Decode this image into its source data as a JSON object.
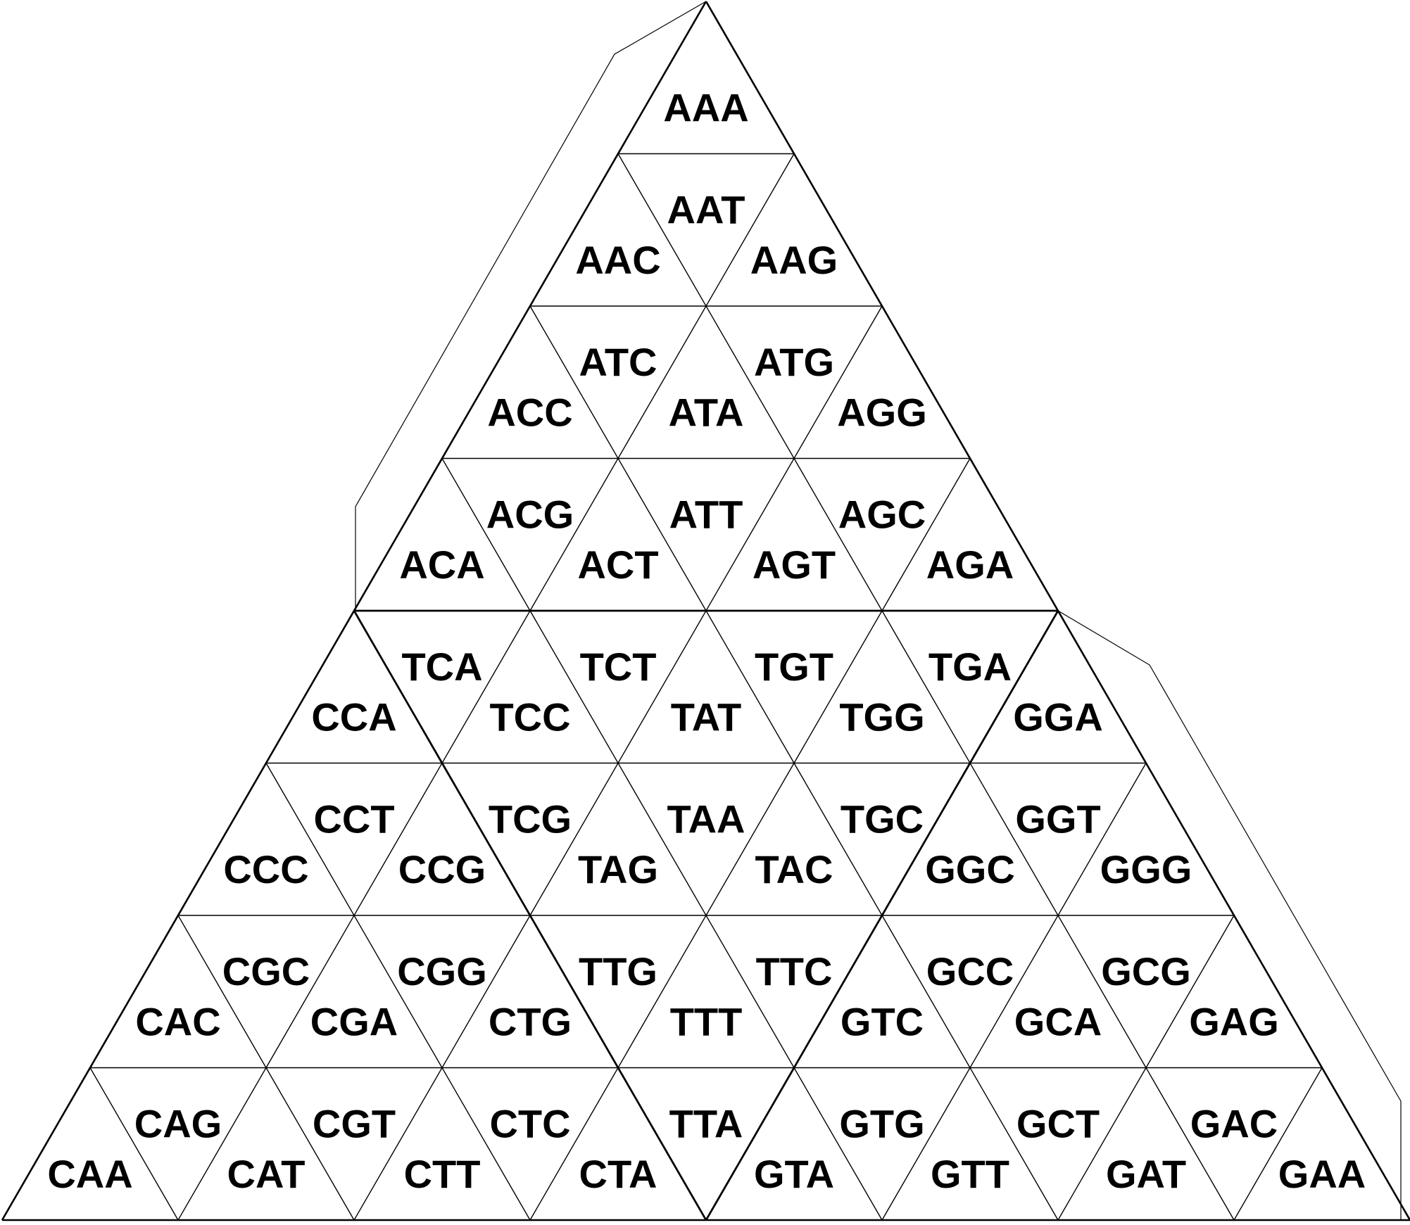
{
  "colors": {
    "background": "#ffffff",
    "line": "#000000"
  },
  "rows": [
    [
      "AAA"
    ],
    [
      "AAC",
      "AAT",
      "AAG"
    ],
    [
      "ACC",
      "ATC",
      "ATA",
      "ATG",
      "AGG"
    ],
    [
      "ACA",
      "ACG",
      "ACT",
      "ATT",
      "AGT",
      "AGC",
      "AGA"
    ],
    [
      "CCA",
      "TCA",
      "TCC",
      "TCT",
      "TAT",
      "TGT",
      "TGG",
      "TGA",
      "GGA"
    ],
    [
      "CCC",
      "CCT",
      "CCG",
      "TCG",
      "TAG",
      "TAA",
      "TAC",
      "TGC",
      "GGC",
      "GGT",
      "GGG"
    ],
    [
      "CAC",
      "CGC",
      "CGA",
      "CGG",
      "CTG",
      "TTG",
      "TTT",
      "TTC",
      "GTC",
      "GCC",
      "GCA",
      "GCG",
      "GAG"
    ],
    [
      "CAA",
      "CAG",
      "CAT",
      "CGT",
      "CTT",
      "CTC",
      "CTA",
      "TTA",
      "GTA",
      "GTG",
      "GTT",
      "GCT",
      "GAT",
      "GAC",
      "GAA"
    ]
  ]
}
